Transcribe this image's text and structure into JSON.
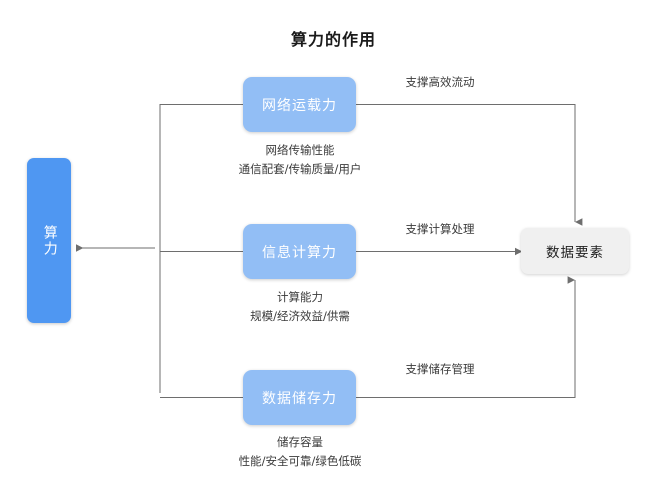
{
  "diagram": {
    "title": "算力的作用",
    "source_node": {
      "label": "算力",
      "color": "#4f97f2"
    },
    "target_node": {
      "label": "数据要素",
      "color": "#f0f0f0"
    },
    "capability_color": "#92bef5",
    "capabilities": [
      {
        "label": "网络运载力",
        "metric": "网络传输性能",
        "dimensions": "通信配套/传输质量/用户",
        "edge_label": "支撑高效流动"
      },
      {
        "label": "信息计算力",
        "metric": "计算能力",
        "dimensions": "规模/经济效益/供需",
        "edge_label": "支撑计算处理"
      },
      {
        "label": "数据储存力",
        "metric": "储存容量",
        "dimensions": "性能/安全可靠/绿色低碳",
        "edge_label": "支撑储存管理"
      }
    ]
  }
}
